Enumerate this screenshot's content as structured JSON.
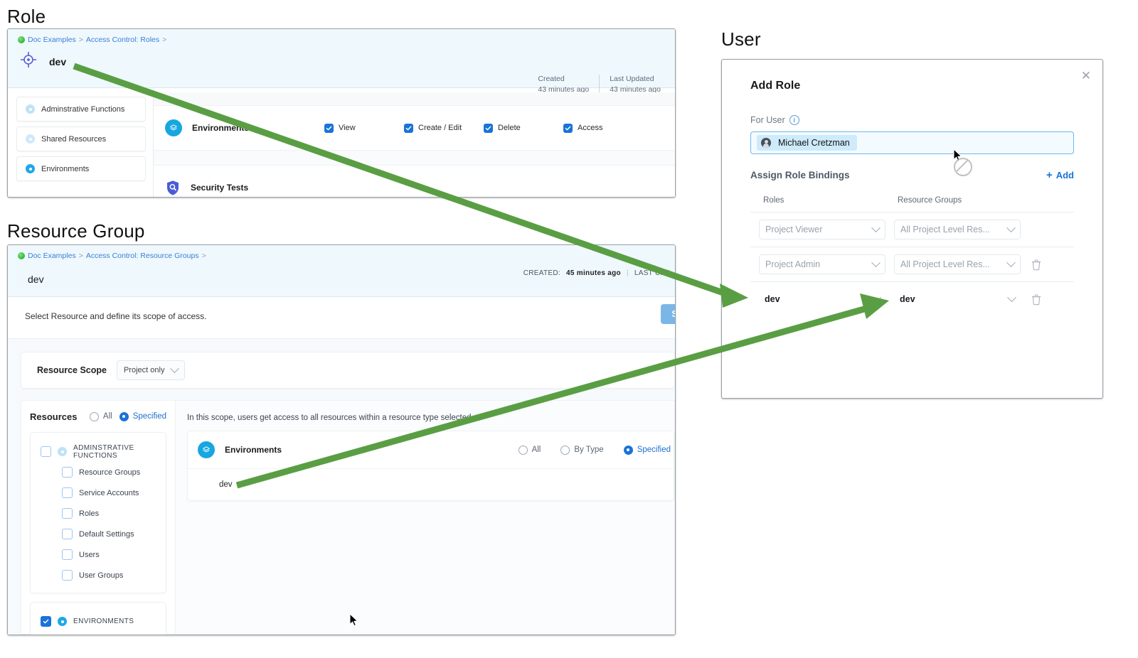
{
  "captions": {
    "role": "Role",
    "resource_group": "Resource Group",
    "user": "User"
  },
  "colors": {
    "header_bg": "#eff8fd",
    "accent_blue": "#1a73d8",
    "link_blue": "#3a7fd5",
    "cyan_icon": "#17a7e0",
    "arrow_green": "#5a9e44",
    "save_button": "#7cb6e8"
  },
  "role_panel": {
    "breadcrumb": {
      "project": "Doc Examples",
      "sep1": ">",
      "section": "Access Control: Roles",
      "sep2": ">"
    },
    "title": "dev",
    "title_icon": "crosshair-target-icon",
    "meta": [
      {
        "label": "Created",
        "value": "43 minutes ago"
      },
      {
        "label": "Last Updated",
        "value": "43 minutes ago"
      }
    ],
    "sidebar": [
      {
        "label": "Adminstrative Functions",
        "icon": "pale-dot-icon"
      },
      {
        "label": "Shared Resources",
        "icon": "pale-dot-icon"
      },
      {
        "label": "Environments",
        "icon": "cyan-dot-icon"
      }
    ],
    "permission_rows": [
      {
        "name": "Environments",
        "icon": "environments-circle-icon",
        "permissions": [
          {
            "label": "View",
            "checked": true
          },
          {
            "label": "Create / Edit",
            "checked": true
          },
          {
            "label": "Delete",
            "checked": true
          },
          {
            "label": "Access",
            "checked": true
          }
        ]
      },
      {
        "name": "Security Tests",
        "icon": "shield-search-icon",
        "permissions": []
      }
    ]
  },
  "resource_group_panel": {
    "breadcrumb": {
      "project": "Doc Examples",
      "sep1": ">",
      "section": "Access Control: Resource Groups",
      "sep2": ">"
    },
    "title": "dev",
    "meta": {
      "created_label": "CREATED:",
      "created_value": "45 minutes ago",
      "divider": "|",
      "last_updated_label": "LAST UPD"
    },
    "subtitle": "Select Resource and define its scope of access.",
    "save_label": "Save",
    "scope": {
      "label": "Resource Scope",
      "value": "Project only"
    },
    "resources": {
      "label": "Resources",
      "options": [
        {
          "label": "All",
          "selected": false
        },
        {
          "label": "Specified",
          "selected": true
        }
      ],
      "groups": [
        {
          "label": "ADMINSTRATIVE FUNCTIONS",
          "checked": false,
          "icon": "pale-dot-icon",
          "children": [
            {
              "label": "Resource Groups",
              "checked": false
            },
            {
              "label": "Service Accounts",
              "checked": false
            },
            {
              "label": "Roles",
              "checked": false
            },
            {
              "label": "Default Settings",
              "checked": false
            },
            {
              "label": "Users",
              "checked": false
            },
            {
              "label": "User Groups",
              "checked": false
            }
          ]
        },
        {
          "label": "ENVIRONMENTS",
          "checked": true,
          "icon": "cyan-dot-icon",
          "children": []
        }
      ]
    },
    "scope_note": "In this scope, users get access to all resources within a resource type selected",
    "env_card": {
      "name": "Environments",
      "icon": "environments-circle-icon",
      "options": [
        {
          "label": "All",
          "selected": false
        },
        {
          "label": "By Type",
          "selected": false
        },
        {
          "label": "Specified",
          "selected": true
        }
      ],
      "items": [
        {
          "label": "dev"
        }
      ]
    }
  },
  "user_dialog": {
    "title": "Add Role",
    "close_icon": "close-icon",
    "for_user_label": "For User",
    "info_icon": "info-icon",
    "selected_user": "Michael Cretzman",
    "bindings_label": "Assign Role Bindings",
    "add_label": "Add",
    "columns": {
      "roles": "Roles",
      "resource_groups": "Resource Groups"
    },
    "rows": [
      {
        "role": "Project Viewer",
        "resource_group": "All Project Level Res...",
        "style": "placeholder",
        "deletable": false
      },
      {
        "role": "Project Admin",
        "resource_group": "All Project Level Res...",
        "style": "placeholder",
        "deletable": true
      },
      {
        "role": "dev",
        "resource_group": "dev",
        "style": "value",
        "deletable": true
      }
    ]
  },
  "annotations": {
    "arrows": [
      {
        "from": "role-title-dev",
        "to": "binding-row-3-role"
      },
      {
        "from": "env-specified-dev",
        "to": "binding-row-3-resource-group"
      }
    ]
  }
}
